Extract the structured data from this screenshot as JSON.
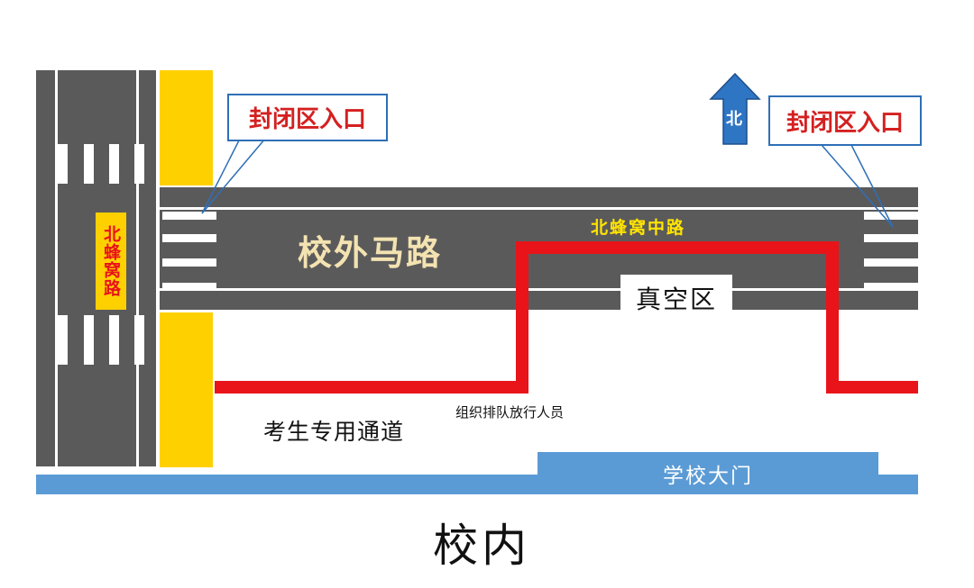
{
  "labels": {
    "left_road_name": "北蜂窝路",
    "entrance_left": "封闭区入口",
    "entrance_right": "封闭区入口",
    "north": "北",
    "outer_road": "校外马路",
    "middle_road": "北蜂窝中路",
    "vacuum_zone": "真空区",
    "queue_note": "组织排队放行人员",
    "student_lane": "考生专用通道",
    "school_gate": "学校大门",
    "inside_school": "校内"
  },
  "colors": {
    "road": "#5b5a5b",
    "yellow": "#ffd000",
    "red": "#e8141a",
    "blue": "#5b9bd5",
    "callout_border": "#2e6fb7",
    "callout_text": "#d42020",
    "middle_road_text": "#ffe400"
  }
}
